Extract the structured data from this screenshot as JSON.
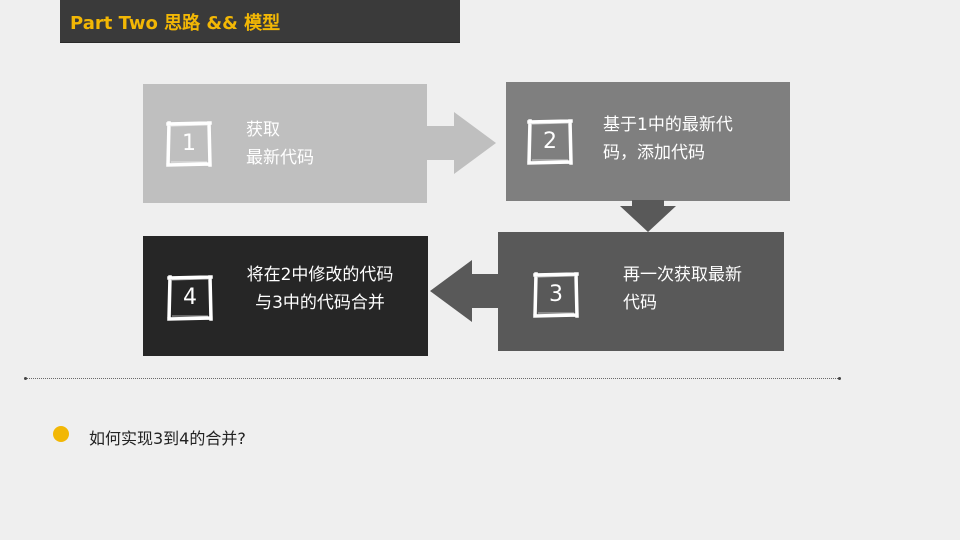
{
  "header": {
    "title": "Part Two 思路 && 模型"
  },
  "steps": [
    {
      "number": "1",
      "lines": [
        "获取",
        "最新代码"
      ]
    },
    {
      "number": "2",
      "lines": [
        "基于1中的最新代",
        "码，添加代码"
      ]
    },
    {
      "number": "3",
      "lines": [
        "再一次获取最新",
        "代码"
      ]
    },
    {
      "number": "4",
      "lines": [
        "将在2中修改的代码",
        "与3中的代码合并"
      ]
    }
  ],
  "colors": {
    "title_bg": "#3a3a3a",
    "title_text": "#f2b705",
    "step1_bg": "#bfbfbf",
    "step2_bg": "#7f7f7f",
    "step3_bg": "#595959",
    "step4_bg": "#262626",
    "arrow_light": "#bfbfbf",
    "arrow_mid": "#595959",
    "bullet": "#f2b705"
  },
  "icons": {
    "num_frame": "brush-square-frame",
    "arrows": [
      "arrow-right",
      "arrow-down",
      "arrow-left"
    ],
    "bullet": "yellow-circle-bullet"
  },
  "question": {
    "text": "如何实现3到4的合并?"
  }
}
